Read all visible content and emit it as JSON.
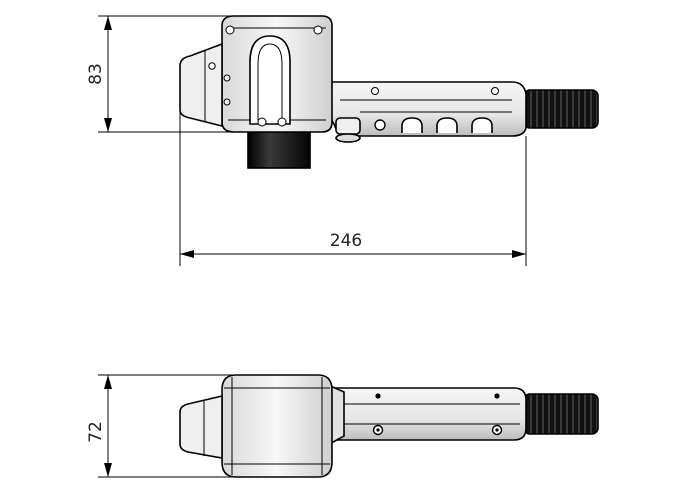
{
  "dimensions": {
    "top_height": "83",
    "overall_length": "246",
    "bottom_width": "72"
  },
  "colors": {
    "line": "#000000",
    "body_fill": "#f2f2f2",
    "body_shade": "#c8c8c8",
    "tube_fill": "#1a1a1a",
    "cable_fill": "#111111"
  }
}
